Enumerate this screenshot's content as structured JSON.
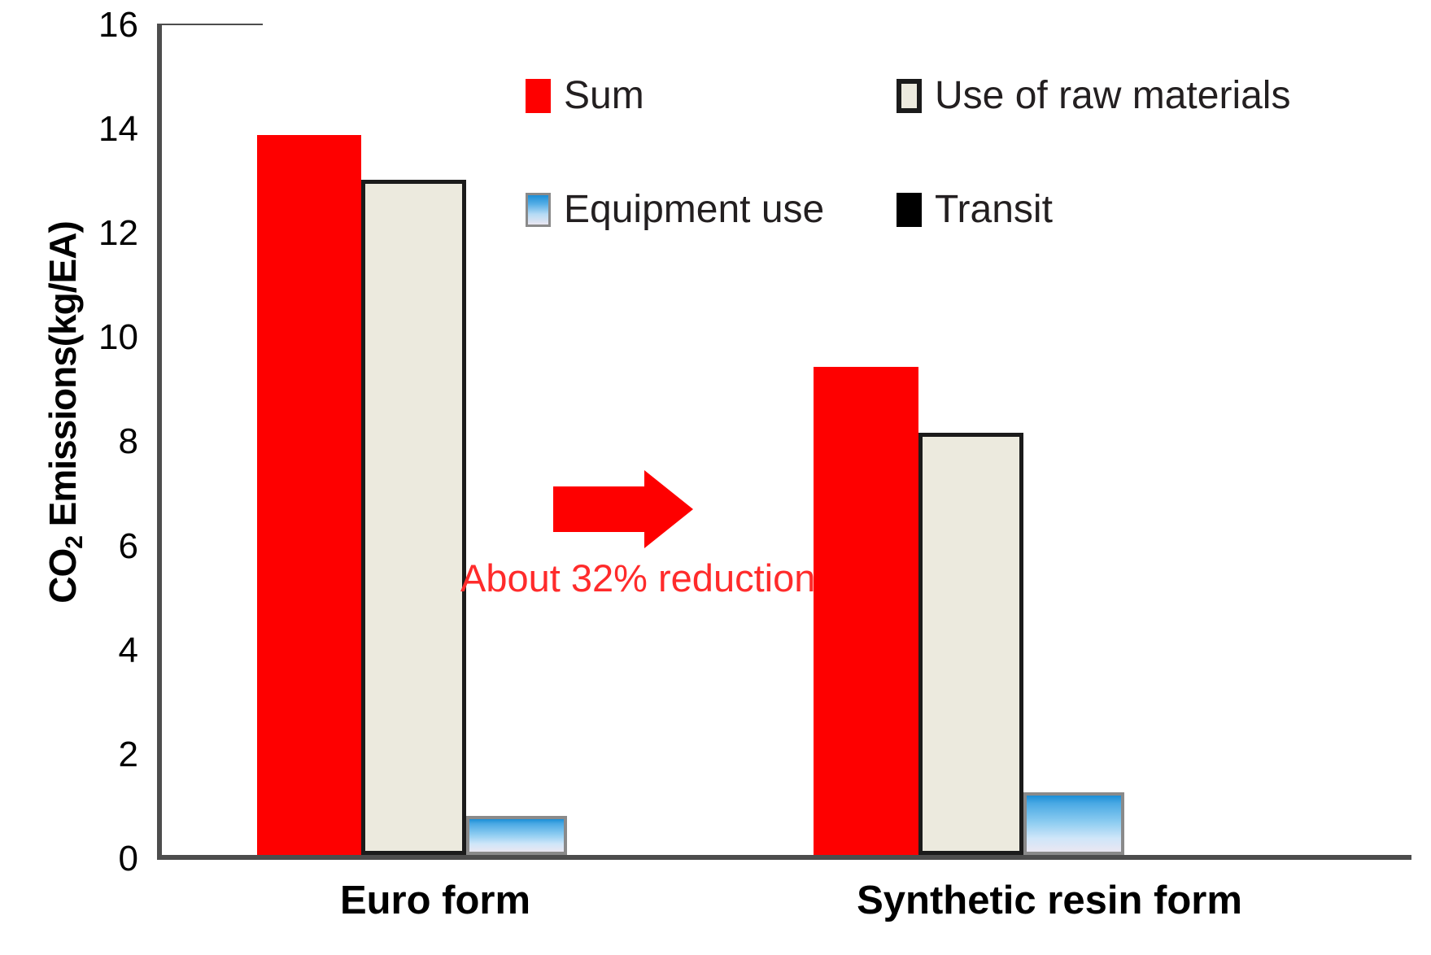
{
  "chart_data": {
    "type": "bar",
    "title": "",
    "xlabel": "",
    "ylabel": "CO2 Emissions(kg/EA)",
    "ylabel_parts": {
      "prefix": "CO",
      "sub": "2",
      "suffix": " Emissions(kg/EA)"
    },
    "categories": [
      "Euro form",
      "Synthetic resin form"
    ],
    "ylim": [
      0,
      16
    ],
    "yticks": [
      0,
      2,
      4,
      6,
      8,
      10,
      12,
      14,
      16
    ],
    "ytick_labels": [
      "0",
      "2",
      "4",
      "6",
      "8",
      "10",
      "12",
      "14",
      "16"
    ],
    "grid": false,
    "legend_position": "upper-center",
    "series": [
      {
        "name": "Sum",
        "color": "#fe0000",
        "values": [
          13.8,
          9.35
        ]
      },
      {
        "name": "Use of raw materials",
        "color": "#eceade",
        "values": [
          12.95,
          8.1
        ]
      },
      {
        "name": "Equipment use",
        "color": "#6fbbe8",
        "values": [
          0.75,
          1.2
        ]
      },
      {
        "name": "Transit",
        "color": "#000000",
        "values": [
          0,
          0
        ]
      }
    ],
    "annotations": [
      {
        "text": "About 32% reduction",
        "color": "#ff2b2b"
      },
      {
        "icon": "right-arrow",
        "color": "#fe0000"
      }
    ]
  },
  "legend": {
    "items": [
      {
        "label": "Sum",
        "swatch": "sum-swatch"
      },
      {
        "label": "Use of raw materials",
        "swatch": "raw-materials-swatch"
      },
      {
        "label": "Equipment use",
        "swatch": "equipment-use-swatch"
      },
      {
        "label": "Transit",
        "swatch": "transit-swatch"
      }
    ]
  },
  "axis": {
    "y_title": "CO2 Emissions(kg/EA)",
    "y_title_prefix": "CO",
    "y_title_sub": "2",
    "y_title_suffix": " Emissions(kg/EA)",
    "x_labels": [
      "Euro form",
      "Synthetic resin form"
    ],
    "y_labels": [
      "16",
      "14",
      "12",
      "10",
      "8",
      "6",
      "4",
      "2",
      "0"
    ]
  },
  "colors": {
    "sum": "#fe0000",
    "raw_materials": "#eceade",
    "equipment_use": "#6fbbe8",
    "transit": "#000000",
    "annotation": "#ff2b2b",
    "axis": "#4d4d4d"
  }
}
